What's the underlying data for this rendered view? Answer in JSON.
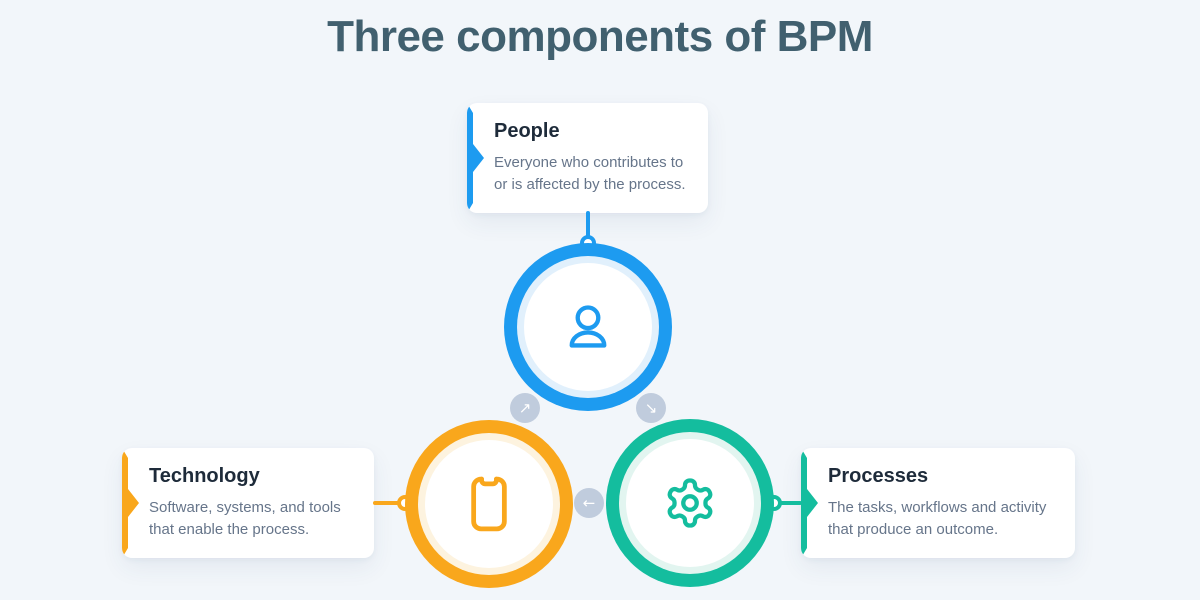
{
  "title": "Three components of BPM",
  "colors": {
    "background": "#F2F6FA",
    "title_text": "#41606F",
    "card_title_text": "#1E2B3A",
    "card_desc_text": "#66758A",
    "people_accent": "#1D9BF0",
    "technology_accent": "#F9A71C",
    "processes_accent": "#14BD9E",
    "arrow_badge": "#97A9C4"
  },
  "components": [
    {
      "id": "people",
      "title": "People",
      "desc_line1": "Everyone who contributes to",
      "desc_line2": "or is affected by the process.",
      "icon": "person-icon",
      "color": "#1D9BF0"
    },
    {
      "id": "technology",
      "title": "Technology",
      "desc_line1": "Software, systems, and tools",
      "desc_line2": "that enable the process.",
      "icon": "smartphone-icon",
      "color": "#F9A71C"
    },
    {
      "id": "processes",
      "title": "Processes",
      "desc_line1": "The tasks, workflows and activity",
      "desc_line2": "that produce an outcome.",
      "icon": "gear-icon",
      "color": "#14BD9E"
    }
  ],
  "arrows": [
    {
      "id": "technology-to-people",
      "direction": "up-right",
      "glyph": "↗"
    },
    {
      "id": "people-to-processes",
      "direction": "down-right",
      "glyph": "↘"
    },
    {
      "id": "processes-to-technology",
      "direction": "left",
      "glyph": "←"
    }
  ]
}
